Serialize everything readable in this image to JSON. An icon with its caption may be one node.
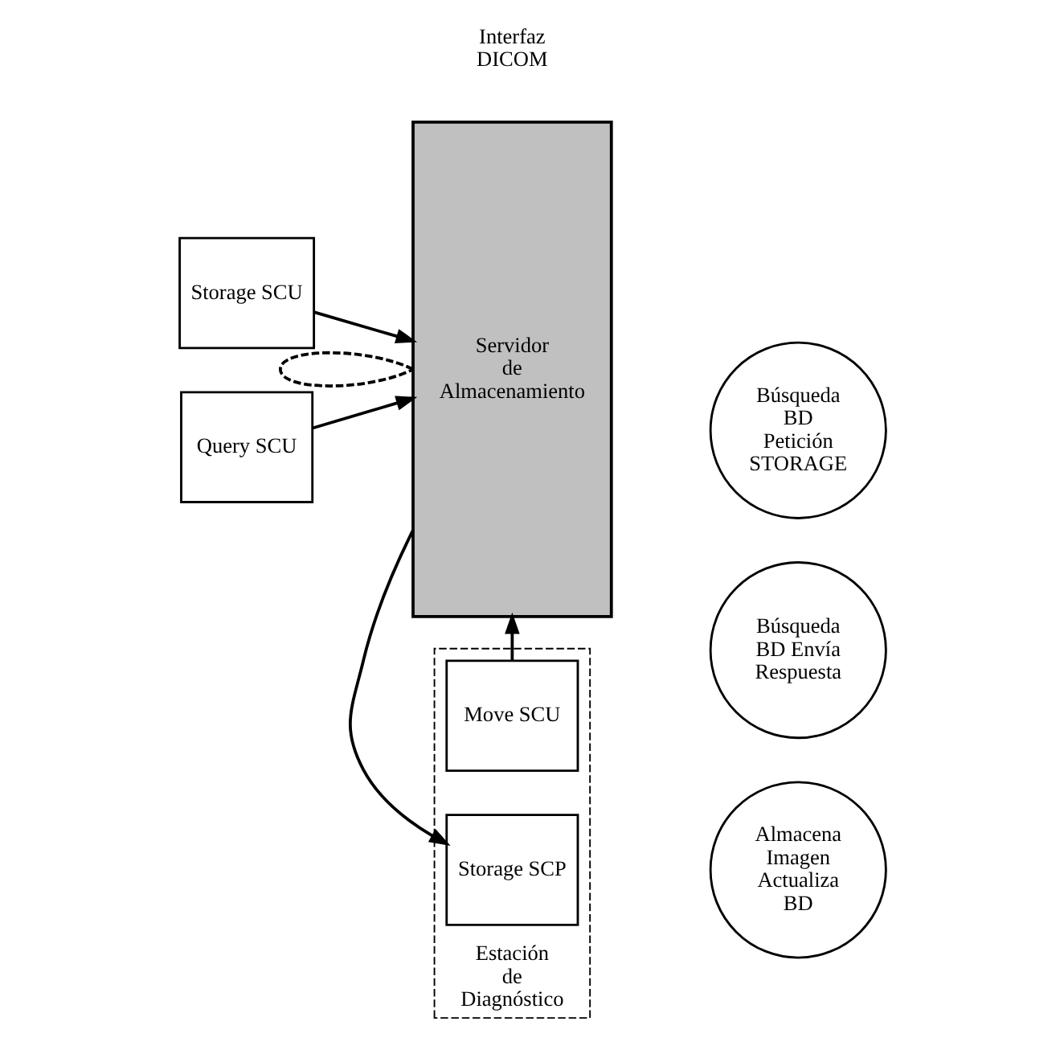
{
  "diagram": {
    "nodes": [
      {
        "text": [
          "Estación de Diagnóstico"
        ]
      },
      {
        "text": [
          "Storage SCU"
        ]
      },
      {
        "text": [
          "Query SCU"
        ]
      },
      {
        "text": [
          "Move SCU"
        ],
        "in": 0
      },
      {
        "text": [
          "Storage SCP"
        ],
        "in": 0
      },
      {
        "text": [
          "Servidor de Almacenamiento"
        ]
      },
      {
        "text": [
          "Almacena Imagen Actualiza BD"
        ]
      },
      {
        "text": [
          "Búsqueda BD Envía Respuesta"
        ]
      },
      {
        "text": [
          "Búsqueda BD Petición STORAGE"
        ]
      }
    ],
    "edges": [
      {
        "from": 1,
        "to": 5,
        "arrow": "to"
      },
      {
        "from": 2,
        "to": 5,
        "arrow": "to"
      },
      {
        "from": 3,
        "to": 5,
        "arrow": "to"
      },
      {
        "from": 5,
        "to": 4,
        "arrow": "to"
      },
      {
        "from": 5,
        "to": 5,
        "arrow": "none",
        "style": "dashed"
      }
    ],
    "labels": [
      "Interfaz DICOM"
    ]
  }
}
